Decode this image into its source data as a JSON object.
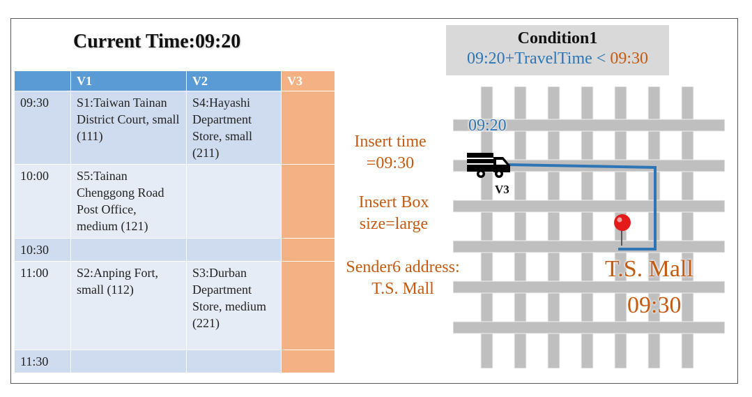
{
  "schedule": {
    "current_time_label": "Current Time:09:20",
    "columns": [
      "",
      "V1",
      "V2",
      "V3"
    ],
    "rows": [
      {
        "time": "09:30",
        "v1": "S1:Taiwan Tainan District Court, small (111)",
        "v2": "S4:Hayashi Department Store, small (211)",
        "v3": ""
      },
      {
        "time": "10:00",
        "v1": "S5:Tainan Chenggong Road Post Office, medium (121)",
        "v2": "",
        "v3": ""
      },
      {
        "time": "10:30",
        "v1": "",
        "v2": "",
        "v3": ""
      },
      {
        "time": "11:00",
        "v1": "S2:Anping Fort, small (112)",
        "v2": "S3:Durban Department Store, medium (221)",
        "v3": ""
      },
      {
        "time": "11:30",
        "v1": "",
        "v2": "",
        "v3": ""
      }
    ]
  },
  "condition": {
    "title": "Condition1",
    "expr_left": "09:20+TravelTime < ",
    "expr_right": "09:30"
  },
  "insert": {
    "time_line1": "Insert time",
    "time_line2": "=09:30",
    "box_line1": "Insert Box",
    "box_line2": "size=large",
    "sender_line1": "Sender6 address:",
    "sender_line2": "T.S. Mall"
  },
  "map": {
    "start_time": "09:20",
    "vehicle_label": "V3",
    "destination_name": "T.S. Mall",
    "arrival_time": "09:30",
    "route_color": "#2e75b6",
    "road_color": "#bfbfbf",
    "pin_color": "#e31b1b"
  }
}
